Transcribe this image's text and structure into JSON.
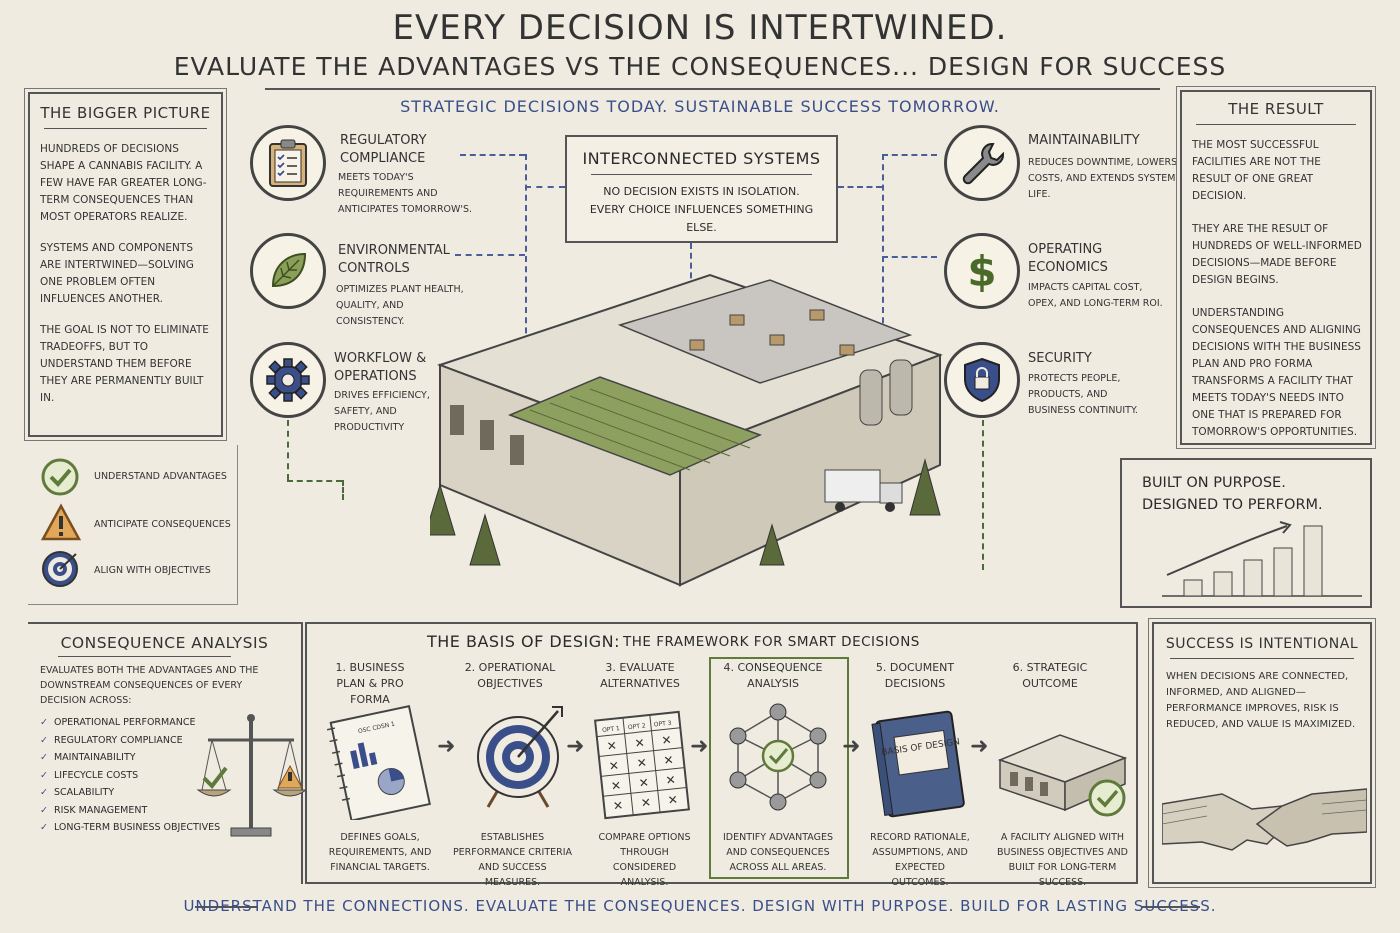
{
  "header": {
    "title": "EVERY DECISION IS INTERTWINED.",
    "subtitle": "EVALUATE THE ADVANTAGES VS THE CONSEQUENCES... DESIGN FOR SUCCESS",
    "tagline": "STRATEGIC DECISIONS TODAY.   SUSTAINABLE SUCCESS TOMORROW."
  },
  "bigger_picture": {
    "title": "THE BIGGER PICTURE",
    "p1": "HUNDREDS OF DECISIONS SHAPE A CANNABIS FACILITY. A FEW HAVE FAR GREATER LONG-TERM CONSEQUENCES THAN MOST OPERATORS REALIZE.",
    "p2": "SYSTEMS AND COMPONENTS ARE INTERTWINED—SOLVING ONE PROBLEM OFTEN INFLUENCES ANOTHER.",
    "p3": "THE GOAL IS NOT TO ELIMINATE TRADEOFFS, BUT TO UNDERSTAND THEM BEFORE THEY ARE PERMANENTLY BUILT IN."
  },
  "legend": {
    "items": [
      {
        "label": "UNDERSTAND ADVANTAGES",
        "icon": "check-circle-icon"
      },
      {
        "label": "ANTICIPATE CONSEQUENCES",
        "icon": "warning-triangle-icon"
      },
      {
        "label": "ALIGN WITH OBJECTIVES",
        "icon": "target-icon"
      }
    ]
  },
  "left_features": [
    {
      "title": "REGULATORY COMPLIANCE",
      "desc": "MEETS TODAY'S REQUIREMENTS AND ANTICIPATES TOMORROW'S.",
      "icon": "clipboard-icon"
    },
    {
      "title": "ENVIRONMENTAL CONTROLS",
      "desc": "OPTIMIZES PLANT HEALTH, QUALITY, AND CONSISTENCY.",
      "icon": "leaf-icon"
    },
    {
      "title": "WORKFLOW & OPERATIONS",
      "desc": "DRIVES EFFICIENCY, SAFETY, AND PRODUCTIVITY",
      "icon": "gear-icon"
    }
  ],
  "right_features": [
    {
      "title": "MAINTAINABILITY",
      "desc": "REDUCES DOWNTIME, LOWERS COSTS, AND EXTENDS SYSTEM LIFE.",
      "icon": "wrench-icon"
    },
    {
      "title": "OPERATING ECONOMICS",
      "desc": "IMPACTS CAPITAL COST, OPEX, AND LONG-TERM ROI.",
      "icon": "dollar-icon"
    },
    {
      "title": "SECURITY",
      "desc": "PROTECTS PEOPLE, PRODUCTS, AND BUSINESS CONTINUITY.",
      "icon": "shield-lock-icon"
    }
  ],
  "interconnected": {
    "title": "INTERCONNECTED SYSTEMS",
    "body": "NO DECISION EXISTS IN ISOLATION. EVERY CHOICE INFLUENCES SOMETHING ELSE."
  },
  "result": {
    "title": "THE RESULT",
    "p1": "THE MOST SUCCESSFUL FACILITIES ARE NOT THE RESULT OF ONE GREAT DECISION.",
    "p2": "THEY ARE THE RESULT OF HUNDREDS OF WELL-INFORMED DECISIONS—MADE BEFORE DESIGN BEGINS.",
    "p3": "UNDERSTANDING CONSEQUENCES AND ALIGNING DECISIONS WITH THE BUSINESS PLAN AND PRO FORMA TRANSFORMS A FACILITY THAT MEETS TODAY'S NEEDS INTO ONE THAT IS PREPARED FOR TOMORROW'S OPPORTUNITIES."
  },
  "built": {
    "line1": "BUILT ON PURPOSE.",
    "line2": "DESIGNED TO PERFORM."
  },
  "consequence": {
    "title": "CONSEQUENCE ANALYSIS",
    "intro": "EVALUATES BOTH THE ADVANTAGES AND THE DOWNSTREAM CONSEQUENCES OF EVERY DECISION ACROSS:",
    "items": [
      "OPERATIONAL PERFORMANCE",
      "REGULATORY COMPLIANCE",
      "MAINTAINABILITY",
      "LIFECYCLE COSTS",
      "SCALABILITY",
      "RISK MANAGEMENT",
      "LONG-TERM BUSINESS OBJECTIVES"
    ]
  },
  "basis": {
    "title": "THE BASIS OF DESIGN:",
    "title_suffix": "THE FRAMEWORK FOR SMART DECISIONS",
    "steps": [
      {
        "title": "1. BUSINESS PLAN & PRO FORMA",
        "desc": "DEFINES GOALS, REQUIREMENTS, AND FINANCIAL TARGETS.",
        "icon": "document-chart-icon"
      },
      {
        "title": "2. OPERATIONAL OBJECTIVES",
        "desc": "ESTABLISHES PERFORMANCE CRITERIA AND SUCCESS MEASURES.",
        "icon": "target-arrow-icon"
      },
      {
        "title": "3. EVALUATE ALTERNATIVES",
        "desc": "COMPARE OPTIONS THROUGH CONSIDERED ANALYSIS.",
        "icon": "options-grid-icon"
      },
      {
        "title": "4. CONSEQUENCE ANALYSIS",
        "desc": "IDENTIFY ADVANTAGES AND CONSEQUENCES ACROSS ALL AREAS.",
        "icon": "network-check-icon"
      },
      {
        "title": "5. DOCUMENT DECISIONS",
        "desc": "RECORD RATIONALE, ASSUMPTIONS, AND EXPECTED OUTCOMES.",
        "icon": "book-icon"
      },
      {
        "title": "6. STRATEGIC OUTCOME",
        "desc": "A FACILITY ALIGNED WITH BUSINESS OBJECTIVES AND BUILT FOR LONG-TERM SUCCESS.",
        "icon": "facility-check-icon"
      }
    ],
    "doc_label": "OSC CDSN 1",
    "grid_headers": [
      "OPT 1",
      "OPT 2",
      "OPT 3"
    ],
    "book_label": "BASIS OF DESIGN"
  },
  "success": {
    "title": "SUCCESS IS INTENTIONAL",
    "body": "WHEN DECISIONS ARE CONNECTED, INFORMED, AND ALIGNED—PERFORMANCE IMPROVES, RISK IS REDUCED, AND VALUE IS MAXIMIZED."
  },
  "footer": "UNDERSTAND THE CONNECTIONS.   EVALUATE THE CONSEQUENCES.   DESIGN WITH PURPOSE.   BUILD FOR LASTING SUCCESS.",
  "colors": {
    "accent_blue": "#3a4f8a",
    "ink": "#333333",
    "paper": "#efebe1",
    "green": "#5f7a3a",
    "warning": "#c98a3a"
  }
}
